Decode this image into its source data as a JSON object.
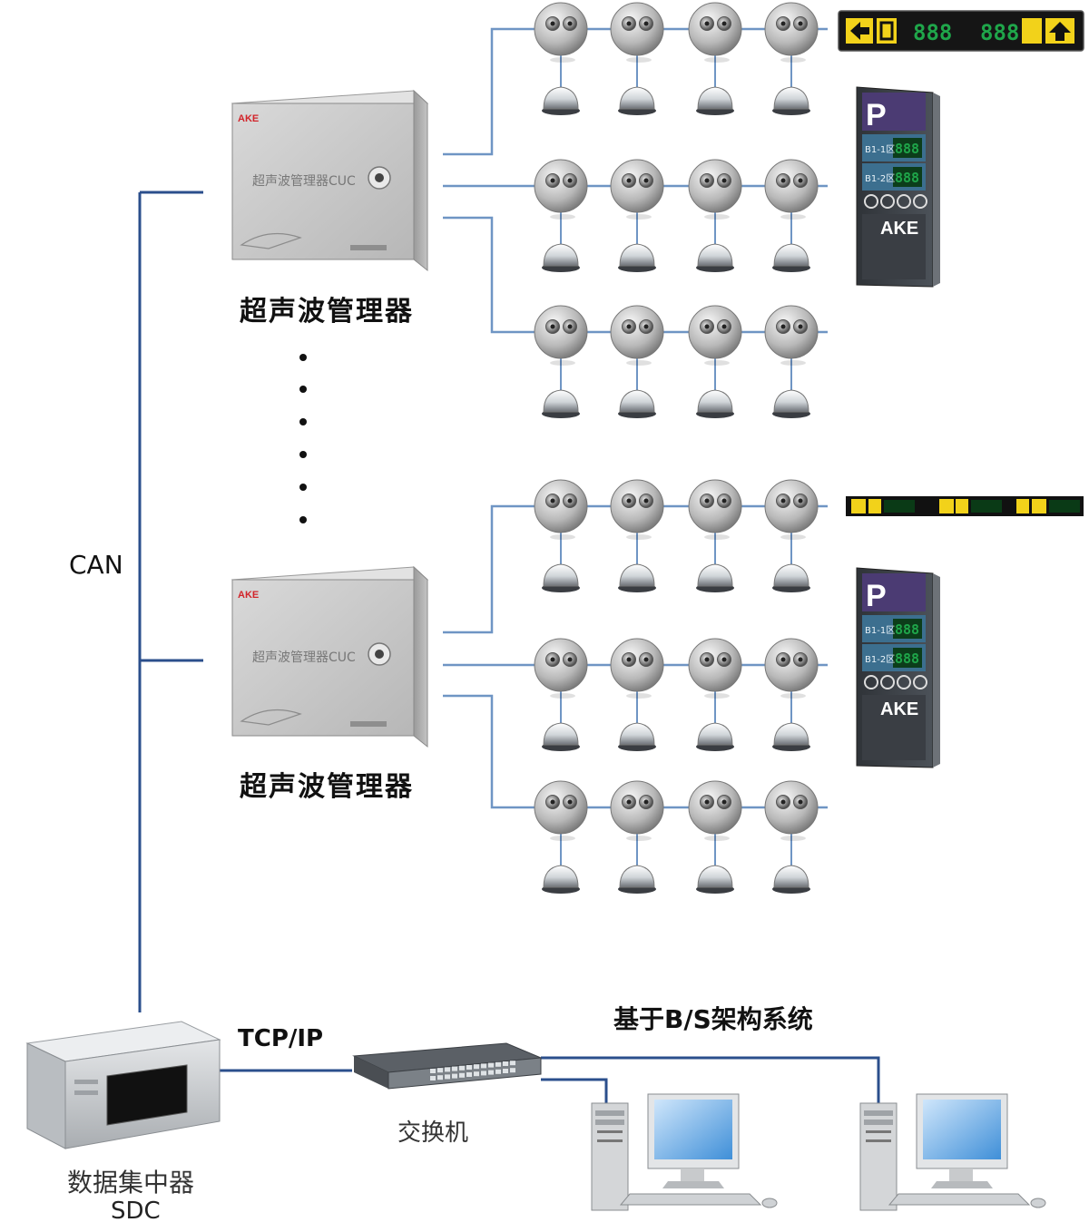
{
  "labels": {
    "manager_1": "超声波管理器",
    "manager_2": "超声波管理器",
    "can_bus": "CAN",
    "tcp_ip": "TCP/IP",
    "switch": "交换机",
    "bs_system": "基于B/S架构系统",
    "data_concentrator": "数据集中器",
    "sdc": "SDC"
  },
  "manager_box": {
    "brand": "AKE",
    "front_text": "超声波管理器CUC"
  },
  "guide_sign": {
    "brand": "AKE",
    "parking_letter": "P",
    "row_label_1": "B1-1区",
    "row_label_2": "B1-2区",
    "digits": "888"
  },
  "led_bar": {
    "digits": "888"
  },
  "colors": {
    "line_blue": "#2b4f8c",
    "line_lightblue": "#6f95c4",
    "sign_green": "#1fa64a",
    "sign_yellow": "#f2d21a"
  },
  "icons": [
    "ultrasonic-sensor-icon",
    "indicator-light-icon",
    "manager-box-icon",
    "led-guidance-bar-icon",
    "parking-guide-sign-icon",
    "server-icon",
    "network-switch-icon",
    "computer-icon"
  ]
}
